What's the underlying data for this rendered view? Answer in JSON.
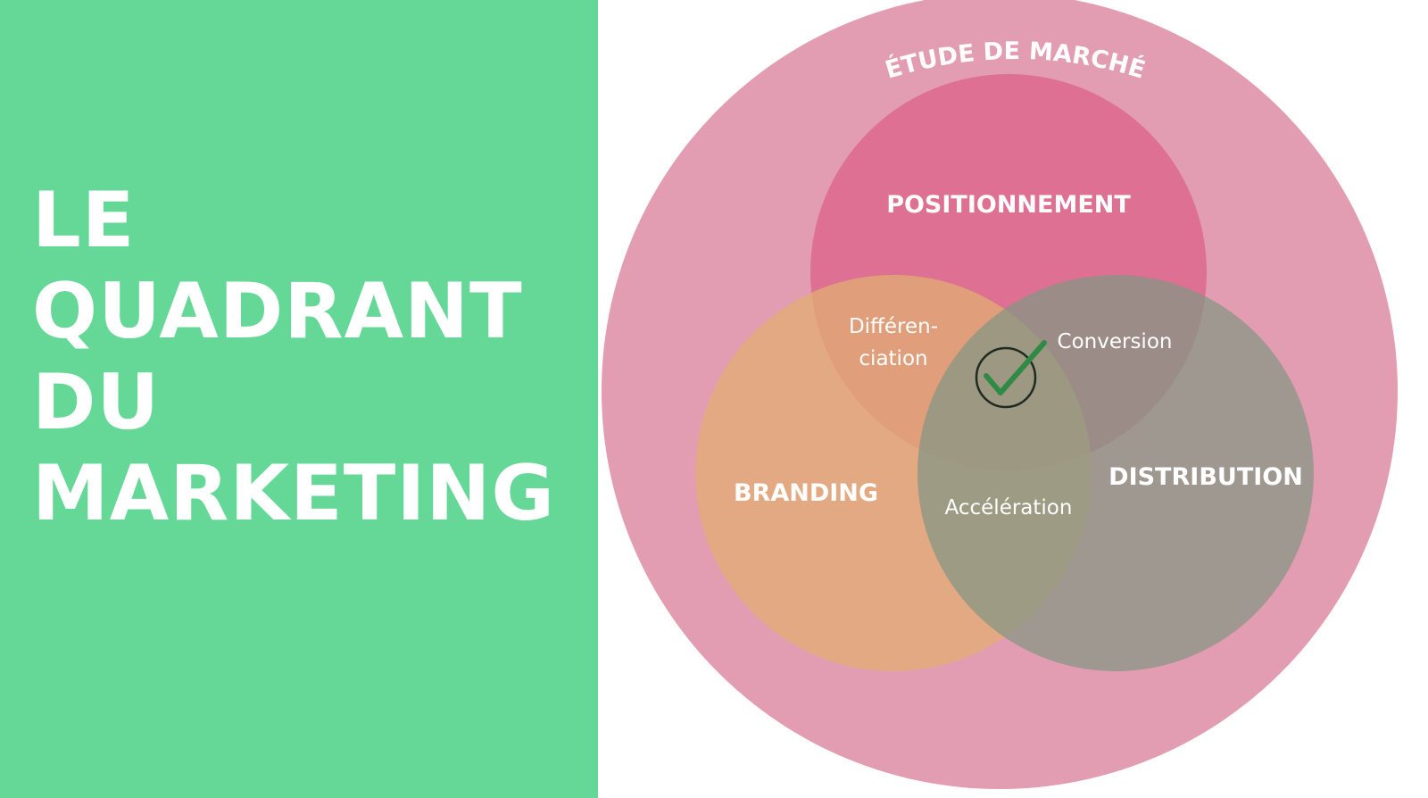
{
  "title": {
    "lines": [
      "LE",
      "QUADRANT",
      "DU",
      "MARKETING"
    ]
  },
  "diagram": {
    "outer_label": "ÉTUDE DE MARCHÉ",
    "sets": {
      "positionnement": "POSITIONNEMENT",
      "branding": "BRANDING",
      "distribution": "DISTRIBUTION"
    },
    "intersections": {
      "differenciation_line1": "Différen-",
      "differenciation_line2": "ciation",
      "conversion": "Conversion",
      "acceleration": "Accélération"
    },
    "center_icon": "check-circle-icon"
  },
  "colors": {
    "left_panel": "#65d898",
    "outer_circle": "#e39db3",
    "positionnement": "#dc6a8e",
    "branding": "#e2ac72",
    "distribution": "#869684",
    "check": "#2f8a45"
  }
}
